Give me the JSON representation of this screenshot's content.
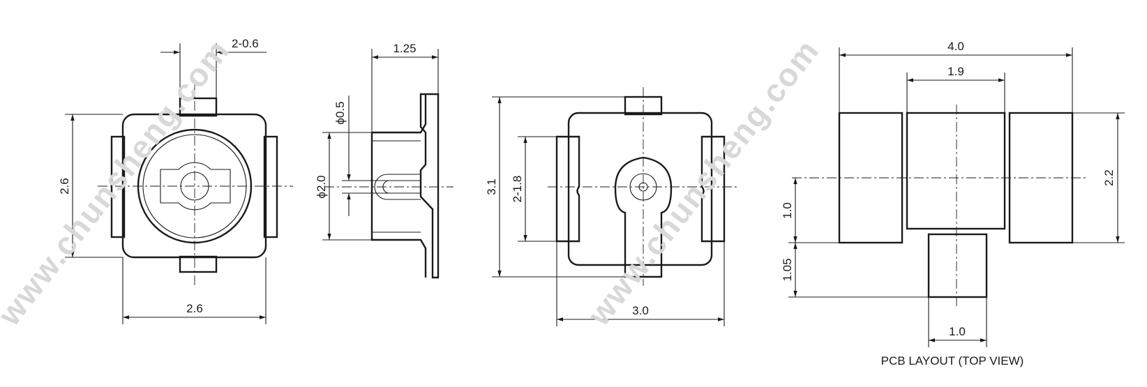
{
  "watermark": "www.chunsheng.com",
  "front_view": {
    "pin_width": "2-0.6",
    "height": "2.6",
    "width": "2.6"
  },
  "side_view": {
    "depth": "1.25",
    "pin_diameter": "ϕ0.5",
    "body_diameter": "ϕ2.0"
  },
  "bottom_view": {
    "height": "3.1",
    "pad_height": "2-1.8",
    "width": "3.0"
  },
  "pcb_layout": {
    "caption": "PCB LAYOUT (TOP VIEW)",
    "total_width": "4.0",
    "center_pad_width": "1.9",
    "pad_height": "2.2",
    "center_offset": "1.0",
    "signal_pad_height": "1.05",
    "signal_pad_width": "1.0"
  }
}
